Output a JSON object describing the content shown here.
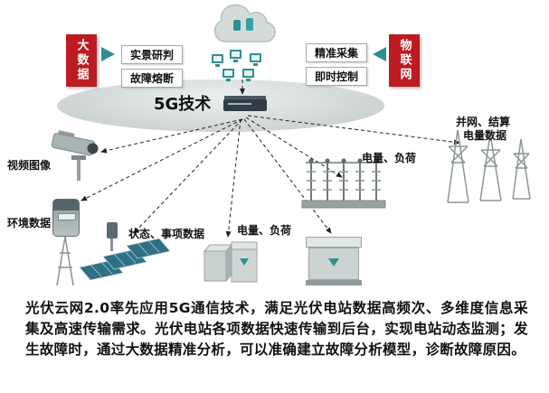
{
  "colors": {
    "ribbon_red": "#bb1b21",
    "device_teal": "#2f8f8f",
    "line_dark": "#222222",
    "ellipse_gray": "#d2d8d8"
  },
  "ribbons": {
    "left": "大数据",
    "right": "物联网"
  },
  "boxes": {
    "real_scene": "实景研判",
    "fault_break": "故障熔断",
    "precise_collect": "精准采集",
    "instant_control": "即时控制"
  },
  "hub": {
    "label": "5G技术"
  },
  "nodes": {
    "video": "视频图像",
    "env": "环境数据",
    "status": "状态、事项数据",
    "load_left": "电量、负荷",
    "load_right": "电量、负荷",
    "grid_line1": "并网、结算",
    "grid_line2": "电量数据"
  },
  "paragraph": {
    "text": "光伏云网2.0率先应用5G通信技术，满足光伏电站数据高频次、多维度信息采集及高速传输需求。光伏电站各项数据快速传输到后台，实现电站动态监测；发生故障时，通过大数据精准分析，可以准确建立故障分析模型，诊断故障原因。"
  }
}
